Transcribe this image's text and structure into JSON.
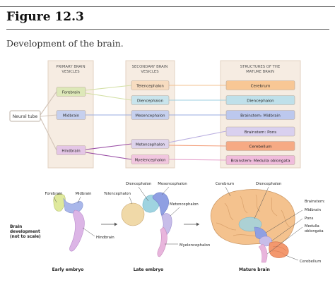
{
  "figure_label": "Figure 12.3",
  "caption": "Development of the brain.",
  "columns": {
    "primary": [
      "PRIMARY BRAIN",
      "VESICLES"
    ],
    "secondary": [
      "SECONDARY BRAIN",
      "VESICLES"
    ],
    "mature": [
      "STRUCTURES OF THE",
      "MATURE BRAIN"
    ]
  },
  "flow": {
    "neural_tube": "Neural tube",
    "primary": [
      {
        "id": "forebrain",
        "label": "Forebrain",
        "color": "#dde8b8"
      },
      {
        "id": "midbrain",
        "label": "Midbrain",
        "color": "#c6d0ee"
      },
      {
        "id": "hindbrain",
        "label": "Hindbrain",
        "color": "#e4c6e6"
      }
    ],
    "secondary": [
      {
        "id": "telencephalon",
        "label": "Telencephalon",
        "color": "#f7dcc0"
      },
      {
        "id": "diencephalon",
        "label": "Diencephalon",
        "color": "#c8e4ec"
      },
      {
        "id": "mesencephalon",
        "label": "Mesencephalon",
        "color": "#c6d0ee"
      },
      {
        "id": "metencephalon",
        "label": "Metencephalon",
        "color": "#ddd3ec"
      },
      {
        "id": "myelencephalon",
        "label": "Myelencephalon",
        "color": "#f1c6df"
      }
    ],
    "mature": [
      {
        "id": "cerebrum",
        "label": "Cerebrum",
        "color": "#f8c795"
      },
      {
        "id": "diencephalon-m",
        "label": "Diencephalon",
        "color": "#bfe0ea"
      },
      {
        "id": "brainstem-midbrain",
        "label": "Brainstem: Midbrain",
        "color": "#bcc8ee"
      },
      {
        "id": "brainstem-pons",
        "label": "Brainstem: Pons",
        "color": "#d9d0ef"
      },
      {
        "id": "cerebellum",
        "label": "Cerebellum",
        "color": "#f6aa84"
      },
      {
        "id": "brainstem-medulla",
        "label": "Brainstem: Medulla oblongata",
        "color": "#f0bcdc"
      }
    ]
  },
  "illustration": {
    "side_label": [
      "Brain",
      "development",
      "(not to scale)"
    ],
    "early": {
      "caption": "Early embryo",
      "labels": {
        "forebrain": "Forebrain",
        "midbrain": "Midbrain",
        "hindbrain": "Hindbrain"
      }
    },
    "late": {
      "caption": "Late embryo",
      "labels": {
        "telencephalon": "Telencephalon",
        "diencephalon": "Diencephalon",
        "mesencephalon": "Mesencephalon",
        "metencephalon": "Metencephalon",
        "myelencephalon": "Myelencephalon"
      }
    },
    "mature": {
      "caption": "Mature brain",
      "labels": {
        "cerebrum": "Cerebrum",
        "diencephalon": "Diencephalon",
        "brainstem": "Brainstem:",
        "midbrain": "Midbrain",
        "pons": "Pons",
        "medulla": [
          "Medulla",
          "oblongata"
        ],
        "cerebellum": "Cerebellum"
      }
    }
  }
}
